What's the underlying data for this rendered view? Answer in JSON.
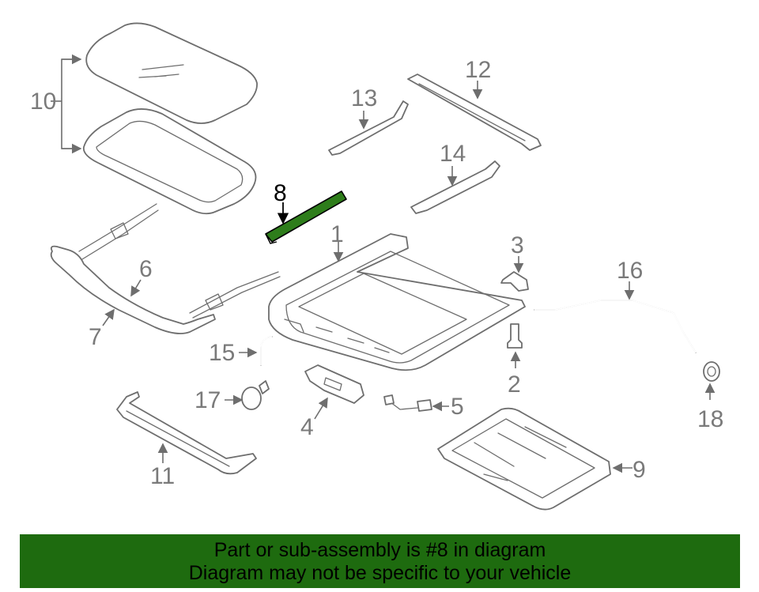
{
  "colors": {
    "highlight_fill": "#2e7d1b",
    "banner_background": "#1e6b0f",
    "part_stroke": "#6e6e6e",
    "callout_text": "#7a7a7a",
    "highlight_text": "#000000"
  },
  "highlighted_part": "8",
  "callouts": {
    "c1": "1",
    "c2": "2",
    "c3": "3",
    "c4": "4",
    "c5": "5",
    "c6": "6",
    "c7": "7",
    "c8": "8",
    "c9": "9",
    "c10": "10",
    "c11": "11",
    "c12": "12",
    "c13": "13",
    "c14": "14",
    "c15": "15",
    "c16": "16",
    "c17": "17",
    "c18": "18"
  },
  "banner": {
    "line1": "Part or sub-assembly is #8 in diagram",
    "line2": "Diagram may not be specific to your vehicle"
  }
}
